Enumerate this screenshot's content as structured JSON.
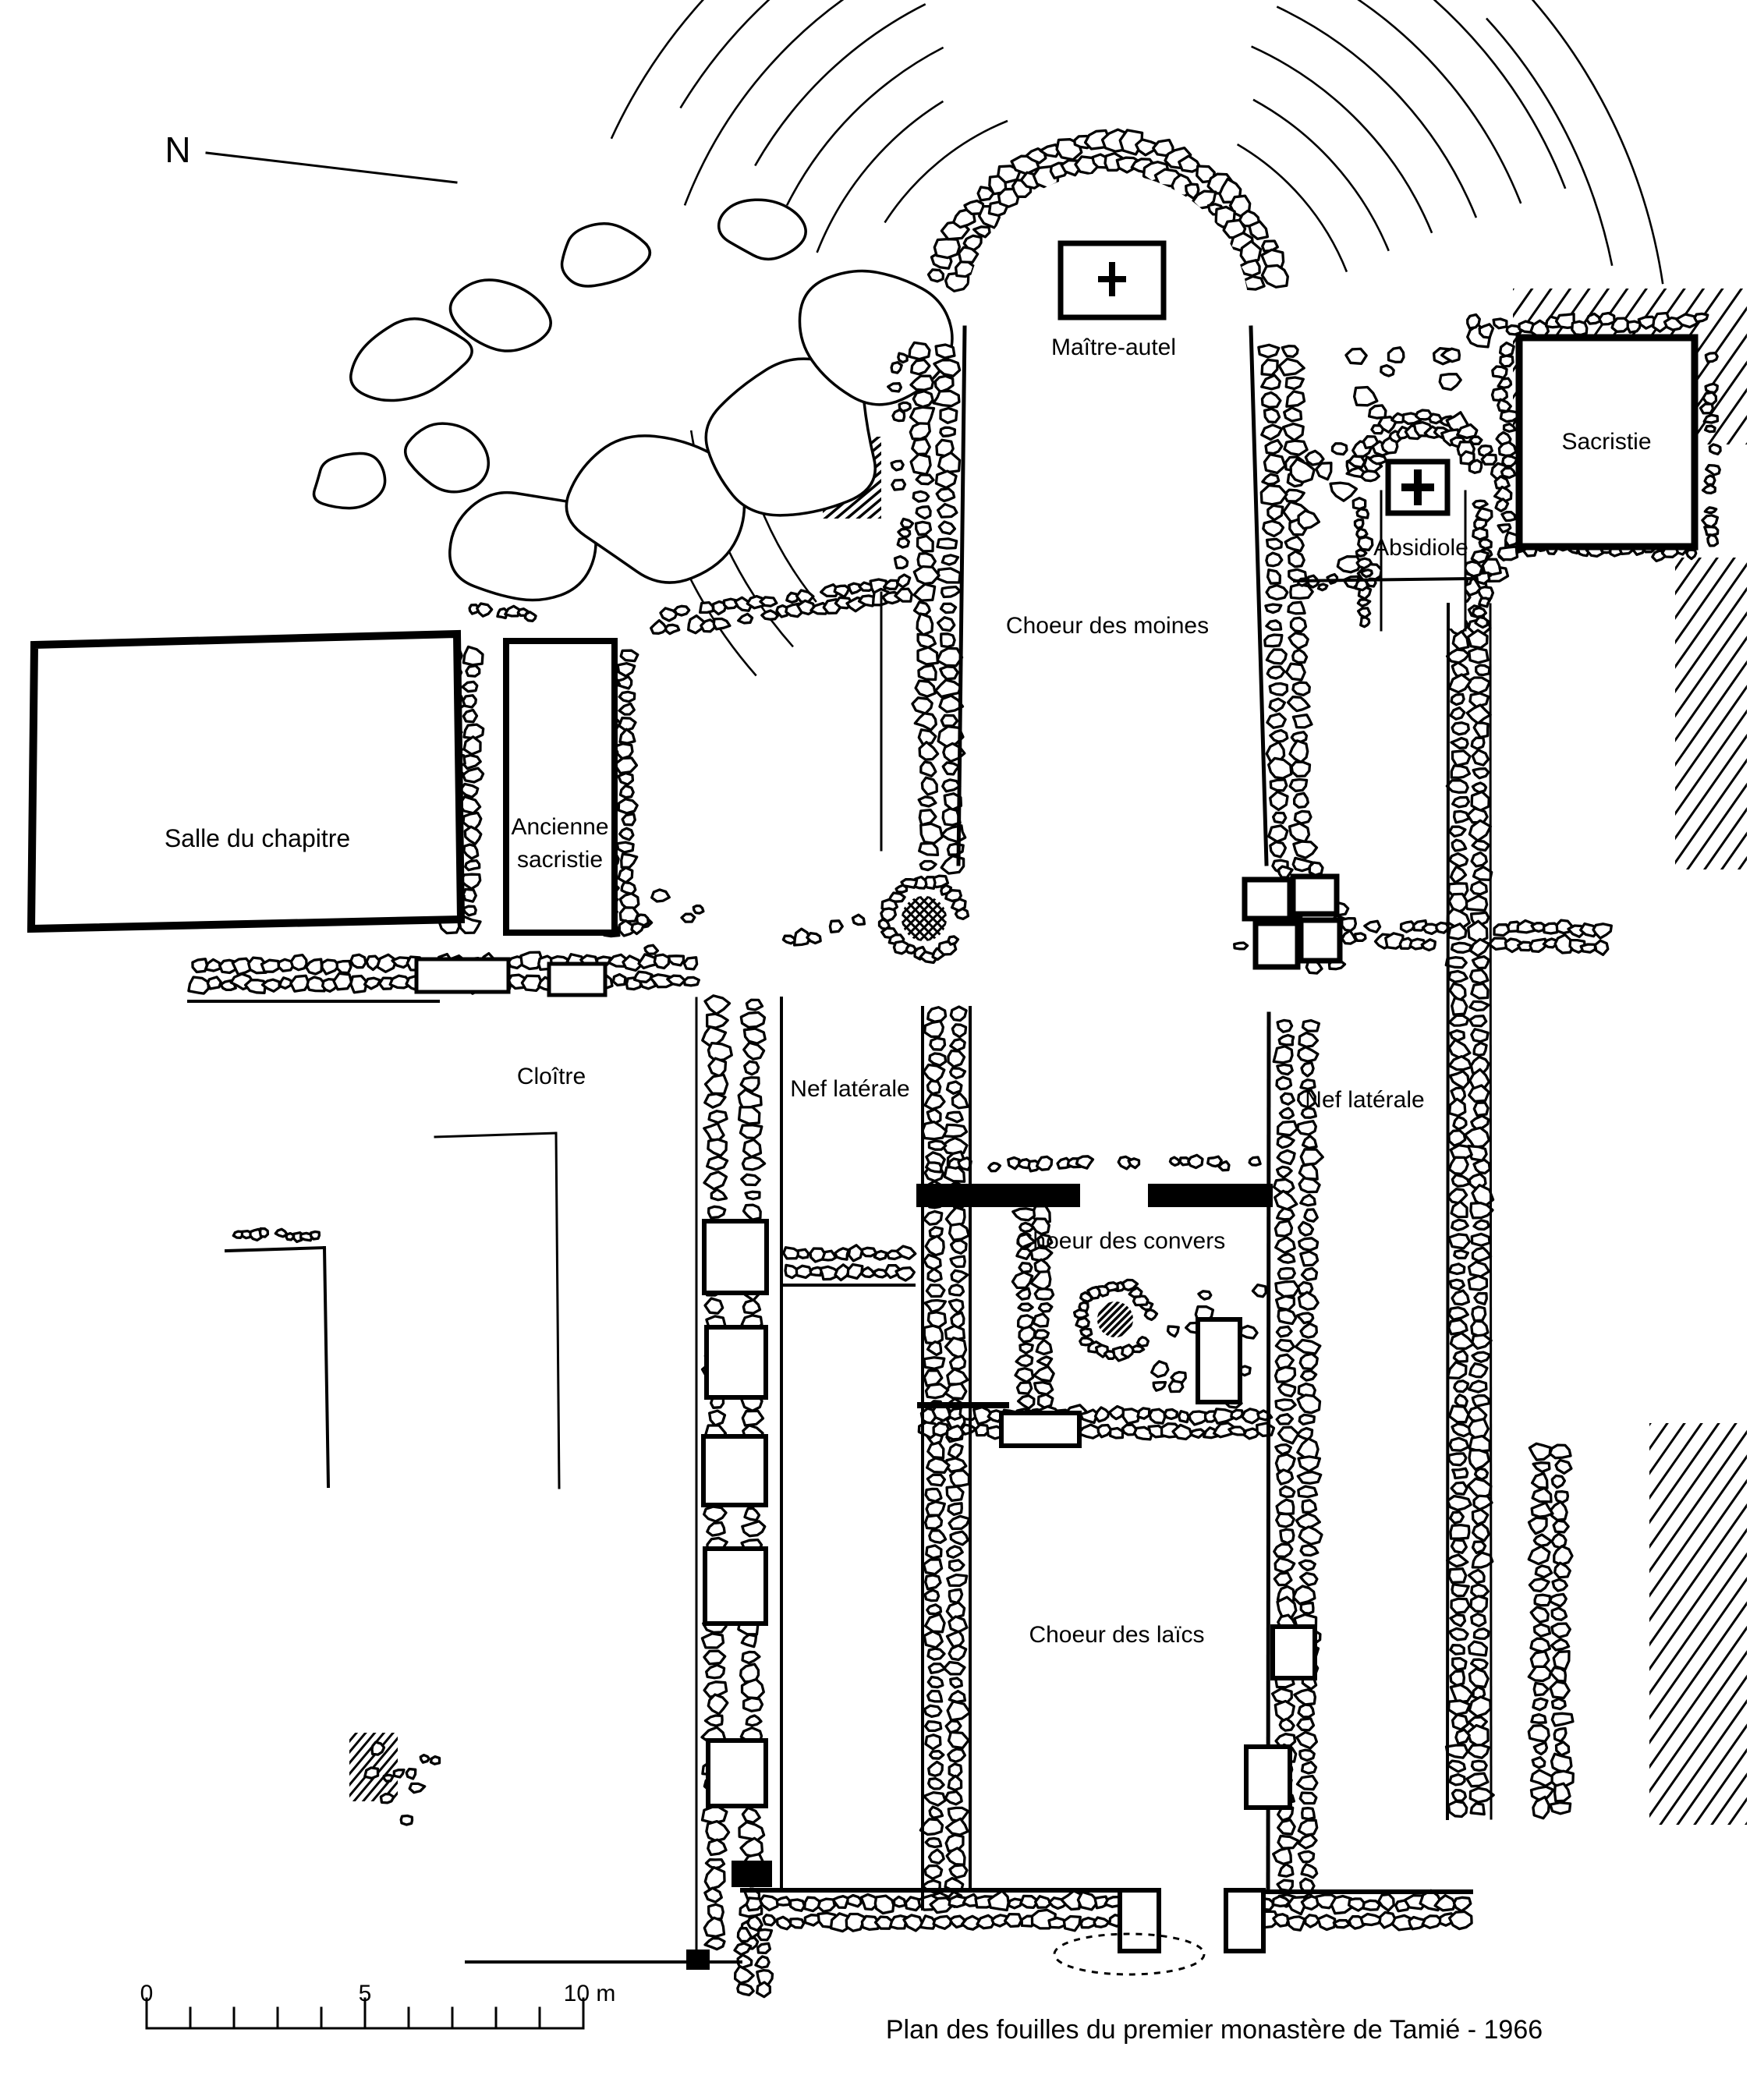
{
  "north": {
    "label": "N"
  },
  "plan_labels": {
    "maitre_autel": "Maître-autel",
    "sacristie": "Sacristie",
    "absidiole": "Absidiole",
    "choeur_des_moines": "Choeur des moines",
    "salle_du_chapitre": "Salle du chapitre",
    "ancienne_sacristie_line1": "Ancienne",
    "ancienne_sacristie_line2": "sacristie",
    "cloitre": "Cloître",
    "nef_laterale_gauche": "Nef latérale",
    "nef_laterale_droite": "Nef latérale",
    "choeur_des_convers": "Choeur des convers",
    "choeur_des_laics": "Choeur des laïcs"
  },
  "scale_bar": {
    "tick_0": "0",
    "tick_5": "5",
    "tick_10": "10 m"
  },
  "caption": "Plan des fouilles du premier monastère de Tamié - 1966",
  "colors": {
    "ink": "#000000",
    "paper": "#ffffff"
  }
}
